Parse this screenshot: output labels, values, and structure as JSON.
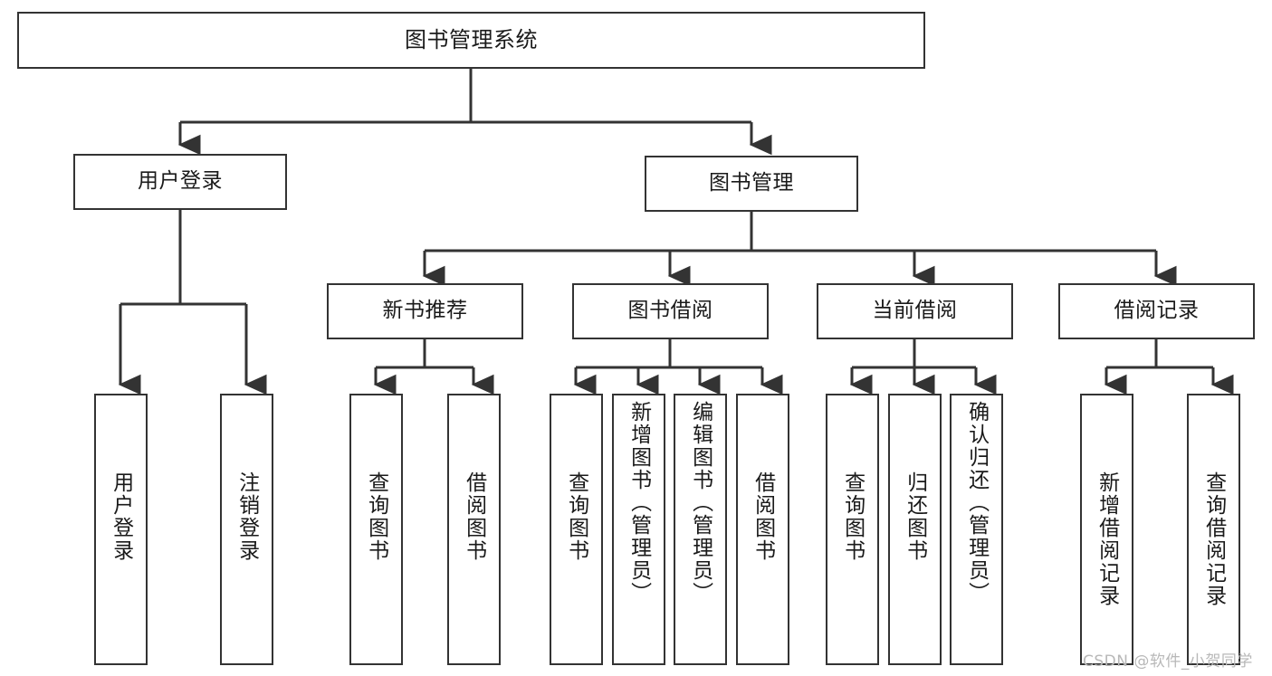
{
  "diagram": {
    "title": "图书管理系统",
    "type": "tree",
    "line_color": "#333333",
    "box_border_color": "#333333",
    "box_fill": "#ffffff",
    "text_color": "#1a1a1a"
  },
  "nodes": {
    "root": {
      "label": "图书管理系统"
    },
    "level2": [
      {
        "id": "user-login",
        "label": "用户登录"
      },
      {
        "id": "book-manage",
        "label": "图书管理"
      }
    ],
    "level3": [
      {
        "id": "new-book-recommend",
        "label": "新书推荐"
      },
      {
        "id": "book-borrow",
        "label": "图书借阅"
      },
      {
        "id": "current-borrow",
        "label": "当前借阅"
      },
      {
        "id": "borrow-record",
        "label": "借阅记录"
      }
    ],
    "leaves": {
      "user_login": [
        {
          "id": "leaf-user-login",
          "label": "用户登录"
        },
        {
          "id": "leaf-logout-login",
          "label": "注销登录"
        }
      ],
      "new_book_recommend": [
        {
          "id": "leaf-query-book-1",
          "label": "查询图书"
        },
        {
          "id": "leaf-borrow-book-1",
          "label": "借阅图书"
        }
      ],
      "book_borrow": [
        {
          "id": "leaf-query-book-2",
          "label": "查询图书"
        },
        {
          "id": "leaf-add-book-admin",
          "label": "新增图书（管理员）"
        },
        {
          "id": "leaf-edit-book-admin",
          "label": "编辑图书（管理员）"
        },
        {
          "id": "leaf-borrow-book-2",
          "label": "借阅图书"
        }
      ],
      "current_borrow": [
        {
          "id": "leaf-query-book-3",
          "label": "查询图书"
        },
        {
          "id": "leaf-return-book",
          "label": "归还图书"
        },
        {
          "id": "leaf-confirm-return-admin",
          "label": "确认归还（管理员）"
        }
      ],
      "borrow_record": [
        {
          "id": "leaf-add-borrow-record",
          "label": "新增借阅记录"
        },
        {
          "id": "leaf-query-borrow-record",
          "label": "查询借阅记录"
        }
      ]
    }
  },
  "watermark": {
    "text": "CSDN @软件_小贺同学"
  }
}
